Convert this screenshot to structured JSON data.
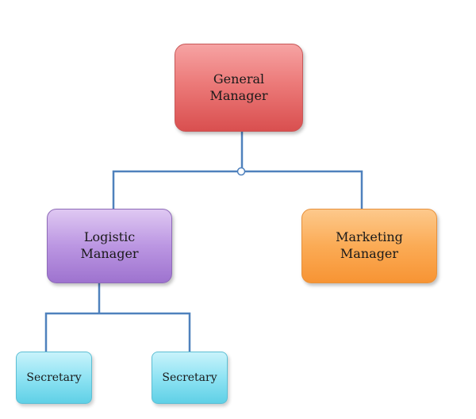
{
  "diagram": {
    "nodes": {
      "general_manager": "General\nManager",
      "logistic_manager": "Logistic\nManager",
      "marketing_manager": "Marketing\nManager",
      "secretary_1": "Secretary",
      "secretary_2": "Secretary"
    },
    "colors": {
      "connector": "#4f81bd",
      "general_manager": "#e36c6c",
      "logistic_manager": "#b28ddc",
      "marketing_manager": "#f9a547",
      "secretary": "#7fdcef"
    },
    "edges": [
      {
        "from": "general_manager",
        "to": "logistic_manager"
      },
      {
        "from": "general_manager",
        "to": "marketing_manager"
      },
      {
        "from": "logistic_manager",
        "to": "secretary_1"
      },
      {
        "from": "logistic_manager",
        "to": "secretary_2"
      }
    ]
  }
}
